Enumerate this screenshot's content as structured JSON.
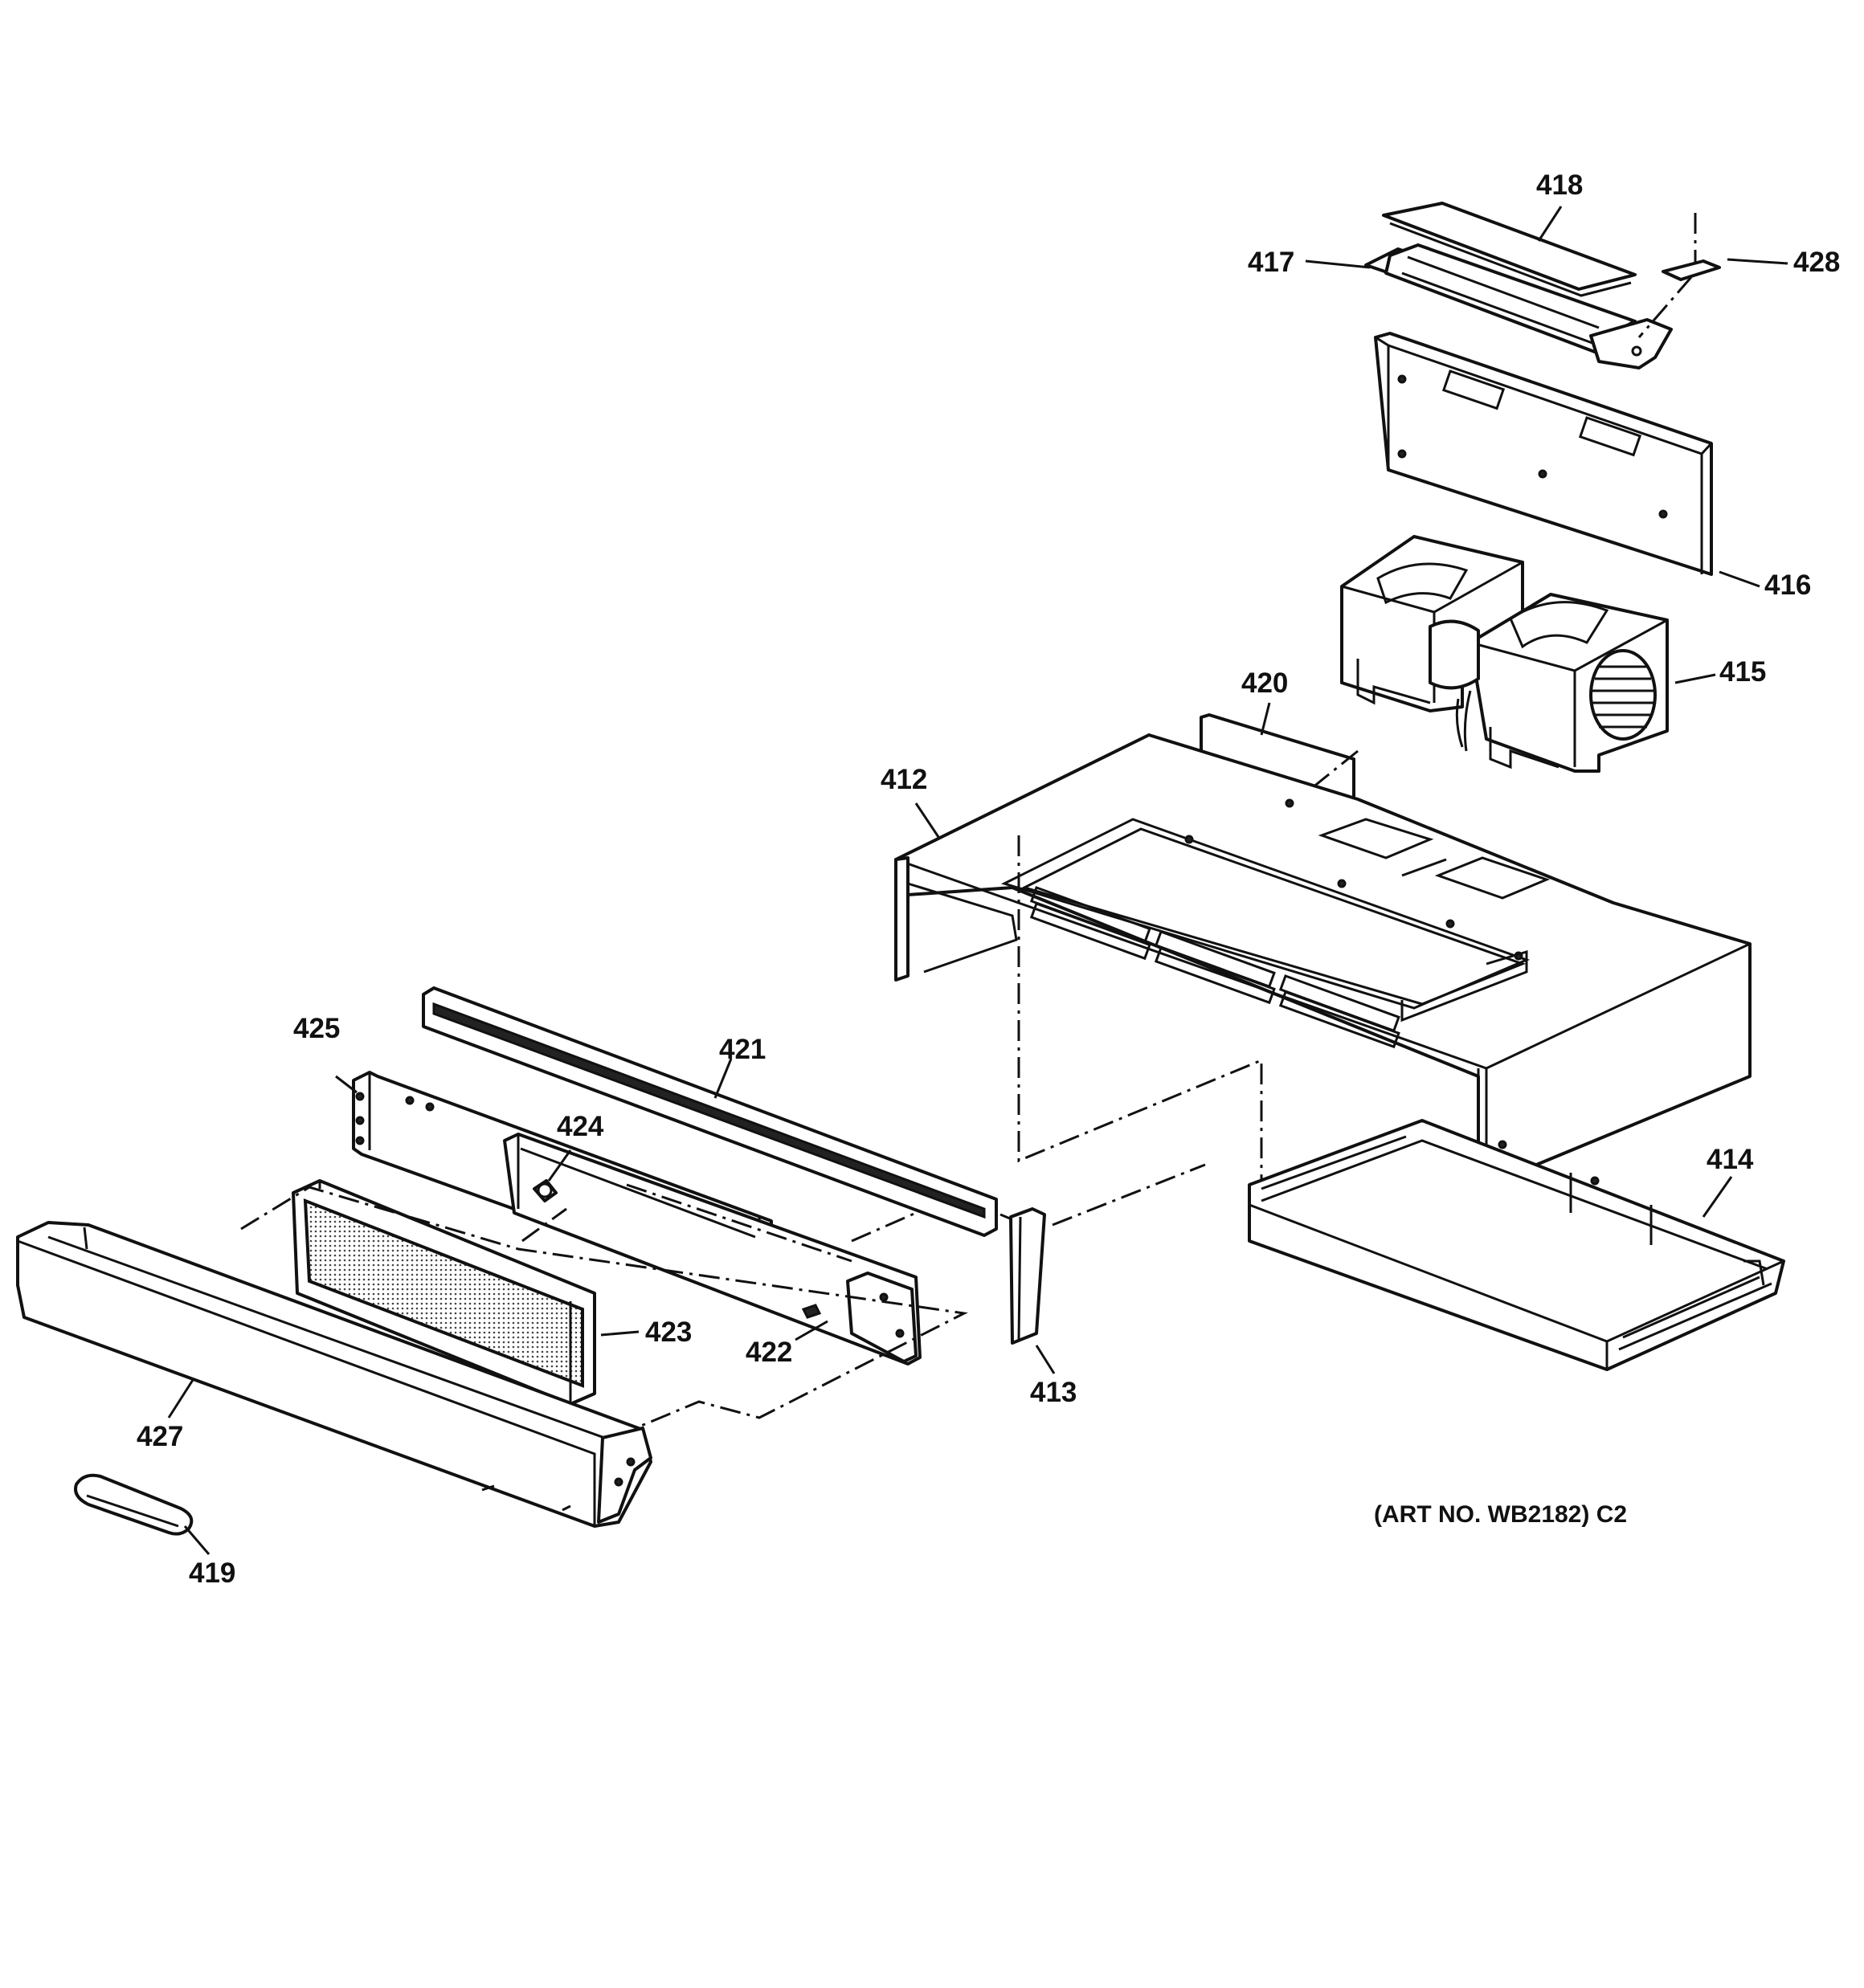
{
  "diagram": {
    "art_number": "(ART NO. WB2182) C2",
    "parts": [
      {
        "number": "412",
        "name_key": "outer-case"
      },
      {
        "number": "413",
        "name_key": "side-trim"
      },
      {
        "number": "414",
        "name_key": "bottom-tray"
      },
      {
        "number": "415",
        "name_key": "blower-assembly"
      },
      {
        "number": "416",
        "name_key": "back-plate"
      },
      {
        "number": "417",
        "name_key": "damper-bracket"
      },
      {
        "number": "418",
        "name_key": "damper-cover"
      },
      {
        "number": "419",
        "name_key": "handle"
      },
      {
        "number": "420",
        "name_key": "rear-baffle"
      },
      {
        "number": "421",
        "name_key": "front-rail"
      },
      {
        "number": "422",
        "name_key": "screw"
      },
      {
        "number": "423",
        "name_key": "grease-filter"
      },
      {
        "number": "424",
        "name_key": "switch-clip"
      },
      {
        "number": "425",
        "name_key": "control-panel"
      },
      {
        "number": "427",
        "name_key": "front-panel"
      },
      {
        "number": "428",
        "name_key": "damper-clip"
      }
    ]
  }
}
